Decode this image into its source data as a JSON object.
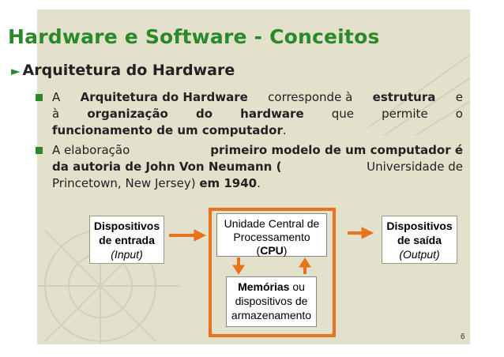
{
  "slide": {
    "title": "Hardware e Software - Conceitos",
    "subtitle": "Arquitetura do Hardware",
    "subtitle_bullet": "►",
    "page_number": "6"
  },
  "bullets": [
    {
      "line1": [
        "A",
        "Arquitetura do Hardware",
        "corresponde à",
        "estrutura",
        "e"
      ],
      "line2": [
        "à",
        "organização",
        "do",
        "hardware",
        "que",
        "permite",
        "o"
      ],
      "line3": [
        "funcionamento de um computador",
        "."
      ]
    },
    {
      "line1": [
        "A elaboração",
        "primeiro modelo de um computador é"
      ],
      "line2": [
        "da autoria de  John Von Neumann (",
        "Universidade de"
      ],
      "line3": [
        "Princetown, New Jersey)",
        "em 1940",
        "."
      ]
    }
  ],
  "diagram": {
    "input": {
      "title_line1": "Dispositivos",
      "title_line2": "de entrada",
      "note": "(Input)"
    },
    "cpu": {
      "line1": "Unidade Central de",
      "line2": "Processamento",
      "abbr_open": "(",
      "abbr": "CPU",
      "abbr_close": ")"
    },
    "memory": {
      "title": "Memórias",
      "rest1": " ou",
      "line2": "dispositivos de",
      "line3": "armazenamento"
    },
    "output": {
      "title_line1": "Dispositivos",
      "title_line2": "de saída",
      "note": "(Output)"
    }
  },
  "colors": {
    "title": "#2a8a2a",
    "accent": "#e8731a",
    "background": "#e3e1cc",
    "bullet": "#2a8a2a"
  }
}
